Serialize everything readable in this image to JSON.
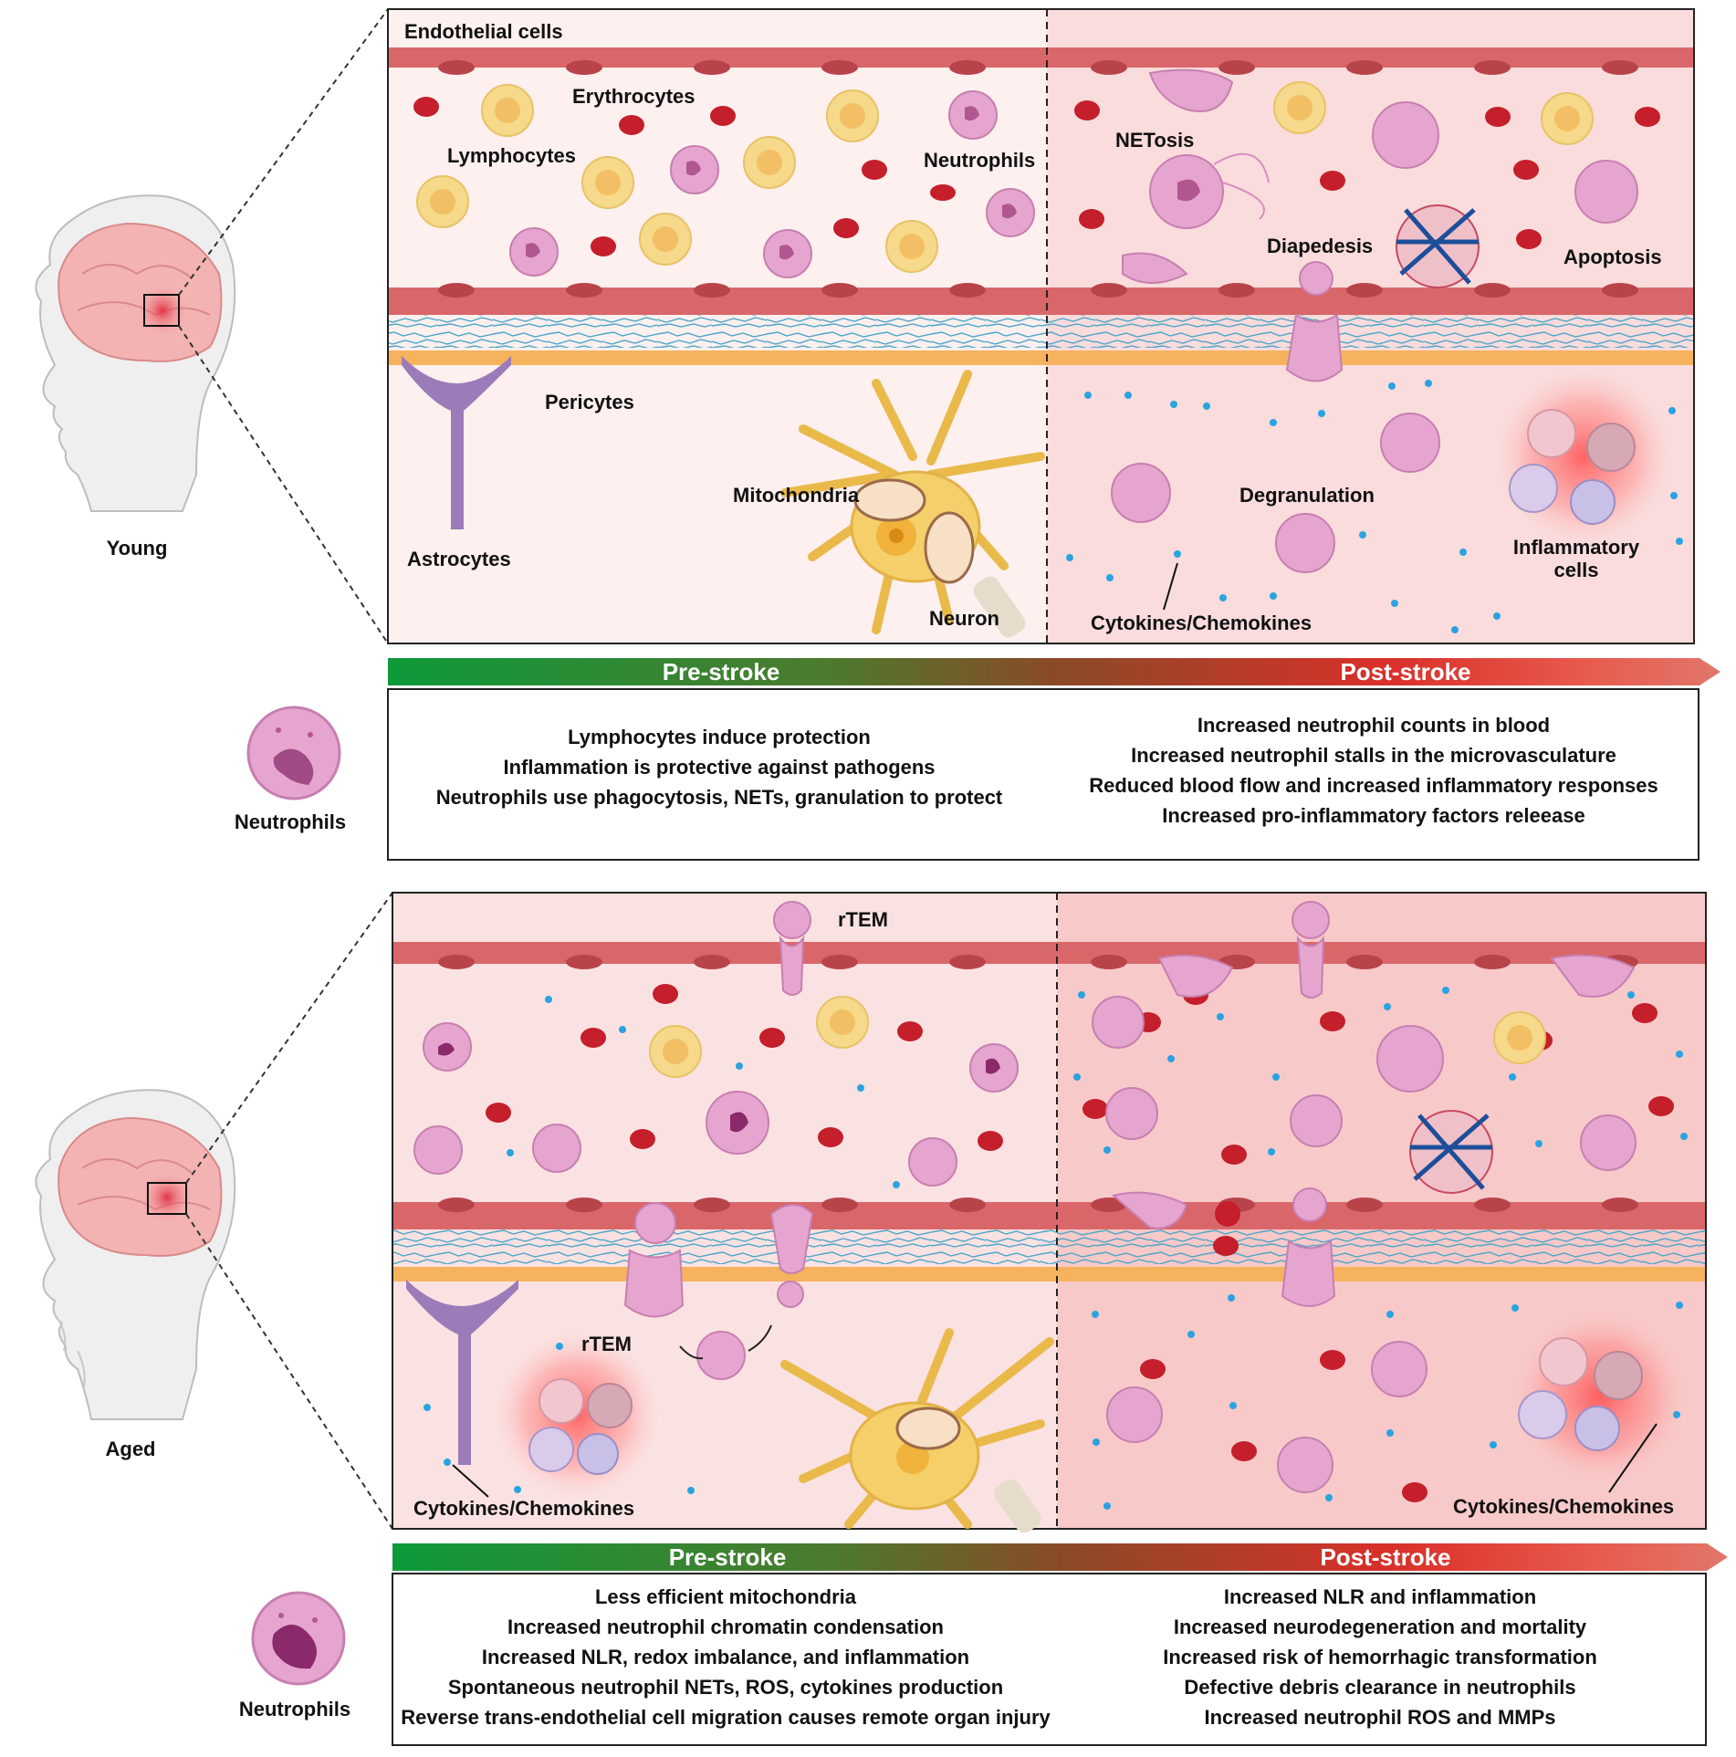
{
  "young": {
    "head_label": "Young",
    "neutrophil_label": "Neutrophils",
    "labels": {
      "endothelial": "Endothelial cells",
      "erythrocytes": "Erythrocytes",
      "lymphocytes": "Lymphocytes",
      "neutrophils": "Neutrophils",
      "pericytes": "Pericytes",
      "astrocytes": "Astrocytes",
      "mitochondria": "Mitochondria",
      "neuron": "Neuron",
      "netosis": "NETosis",
      "diapedesis": "Diapedesis",
      "apoptosis": "Apoptosis",
      "degranulation": "Degranulation",
      "inflammatory_cells_1": "Inflammatory",
      "inflammatory_cells_2": "cells",
      "cytokines": "Cytokines/Chemokines"
    },
    "bar": {
      "pre": "Pre-stroke",
      "post": "Post-stroke"
    },
    "pre_text": [
      "Lymphocytes induce protection",
      "Inflammation is protective against pathogens",
      "Neutrophils use phagocytosis, NETs, granulation to protect"
    ],
    "post_text": [
      "Increased neutrophil counts in blood",
      "Increased neutrophil stalls in the microvasculature",
      "Reduced blood flow and increased inflammatory responses",
      "Increased pro-inflammatory factors releease"
    ]
  },
  "aged": {
    "head_label": "Aged",
    "neutrophil_label": "Neutrophils",
    "labels": {
      "rtem_top": "rTEM",
      "rtem_bottom": "rTEM",
      "cytokines_left": "Cytokines/Chemokines",
      "cytokines_right": "Cytokines/Chemokines"
    },
    "bar": {
      "pre": "Pre-stroke",
      "post": "Post-stroke"
    },
    "pre_text": [
      "Less efficient mitochondria",
      "Increased neutrophil chromatin condensation",
      "Increased NLR, redox imbalance, and inflammation",
      "Spontaneous neutrophil NETs, ROS, cytokines production",
      "Reverse trans-endothelial cell migration causes remote organ injury"
    ],
    "post_text": [
      "Increased NLR and inflammation",
      "Increased neurodegeneration and mortality",
      "Increased risk of hemorrhagic transformation",
      "Defective debris clearance in neutrophils",
      "Increased neutrophil ROS and MMPs"
    ]
  },
  "colors": {
    "pre_green": "#0f9a3c",
    "post_red": "#d93a2f",
    "endothelium": "#d9676a",
    "rbc": "#c41f2b",
    "neutrophil": "#e6a5cf",
    "lymphocyte": "#f6d98a",
    "astrocyte": "#9b7bb8",
    "neuron": "#f5cf6a",
    "cytokine": "#2aa3e0"
  }
}
